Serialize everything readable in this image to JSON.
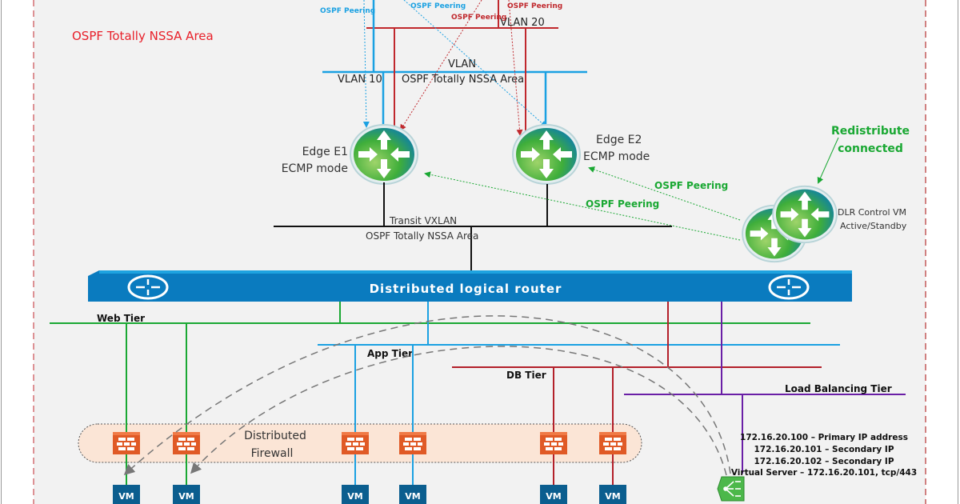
{
  "area_title": "OSPF Totally NSSA Area",
  "vlans": {
    "vlan20": "VLAN 20",
    "vlan": "VLAN",
    "vlan10": "VLAN 10",
    "vlan_area": "OSPF Totally NSSA Area"
  },
  "peering_labels": {
    "blue_1": "OSPF Peering",
    "blue_2": "OSPF Peering",
    "red_1": "OSPF Peering",
    "red_2": "OSPF Peering",
    "green_1": "OSPF Peering",
    "green_2": "OSPF Peering"
  },
  "edges": [
    {
      "name": "Edge E1",
      "mode": "ECMP mode"
    },
    {
      "name": "Edge E2",
      "mode": "ECMP mode"
    }
  ],
  "transit": {
    "line1": "Transit VXLAN",
    "line2": "OSPF Totally NSSA Area"
  },
  "dlr_control": {
    "line1": "DLR Control VM",
    "line2": "Active/Standby"
  },
  "redistribute": {
    "line1": "Redistribute",
    "line2": "connected"
  },
  "dlr_bar": "Distributed logical router",
  "tiers": {
    "web": "Web Tier",
    "app": "App Tier",
    "db": "DB Tier",
    "lb": "Load Balancing Tier"
  },
  "firewall": {
    "line1": "Distributed",
    "line2": "Firewall"
  },
  "vm_label": "VM",
  "lb_info": [
    "172.16.20.100 – Primary IP address",
    "172.16.20.101 – Secondary IP",
    "172.16.20.102 – Secondary IP",
    "Virtual Server – 172.16.20.101, tcp/443"
  ],
  "colors": {
    "area_red": "#e8202a",
    "vlan_blue": "#1ba1e2",
    "vlan_red": "#c0282d",
    "web_green": "#1aa833",
    "db_red": "#b3202a",
    "lb_purple": "#6a1fa6",
    "dlr_blue": "#0a7bbf",
    "firewall_orange": "#e05a26",
    "vm_blue": "#0b5e8f"
  }
}
